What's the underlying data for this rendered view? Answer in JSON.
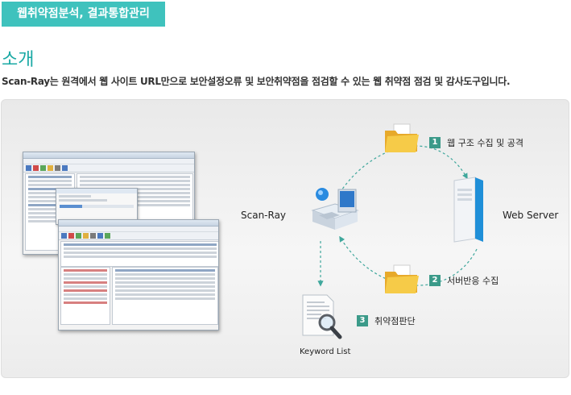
{
  "header": {
    "badge": "웹취약점분석, 결과통합관리",
    "title": "소개",
    "description": "Scan-Ray는 원격에서 웹 사이트 URL만으로 보안설정오류 및 보안취약점을 점검할 수 있는 웹 취약점 점검 및 감사도구입니다."
  },
  "diagram": {
    "scanner_label": "Scan-Ray",
    "server_label": "Web Server",
    "keyword_label": "Keyword List",
    "steps": [
      {
        "num": "1",
        "label": "웹 구조 수집 및 공격"
      },
      {
        "num": "2",
        "label": "서버반응 수집"
      },
      {
        "num": "3",
        "label": "취약점판단"
      }
    ],
    "accent_color": "#3fc2bd",
    "step_color": "#3b9a89"
  }
}
